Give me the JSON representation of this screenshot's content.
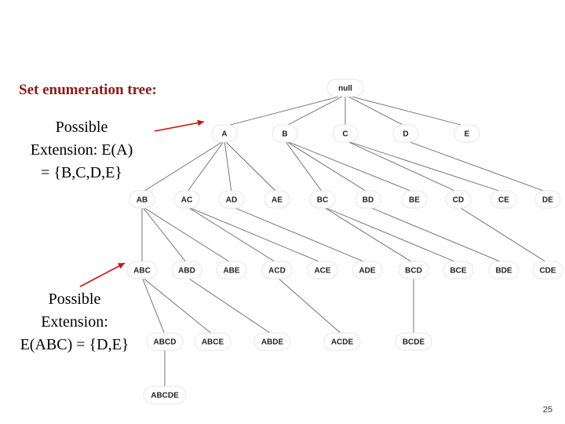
{
  "slide": {
    "heading": "Set enumeration tree:",
    "note_a": [
      "Possible",
      "Extension: E(A)",
      "= {B,C,D,E}"
    ],
    "note_abc": [
      "Possible",
      "Extension:",
      "E(ABC) = {D,E}"
    ],
    "page_number": "25"
  },
  "colors": {
    "heading": "#8b1a1a",
    "arrow": "#d01010",
    "edge": "#666666"
  },
  "tree": {
    "nodes": [
      "null",
      "A",
      "B",
      "C",
      "D",
      "E",
      "AB",
      "AC",
      "AD",
      "AE",
      "BC",
      "BD",
      "BE",
      "CD",
      "CE",
      "DE",
      "ABC",
      "ABD",
      "ABE",
      "ACD",
      "ACE",
      "ADE",
      "BCD",
      "BCE",
      "BDE",
      "CDE",
      "ABCD",
      "ABCE",
      "ABDE",
      "ACDE",
      "BCDE",
      "ABCDE"
    ],
    "edges": [
      [
        "null",
        "A"
      ],
      [
        "null",
        "B"
      ],
      [
        "null",
        "C"
      ],
      [
        "null",
        "D"
      ],
      [
        "null",
        "E"
      ],
      [
        "A",
        "AB"
      ],
      [
        "A",
        "AC"
      ],
      [
        "A",
        "AD"
      ],
      [
        "A",
        "AE"
      ],
      [
        "B",
        "BC"
      ],
      [
        "B",
        "BD"
      ],
      [
        "B",
        "BE"
      ],
      [
        "C",
        "CD"
      ],
      [
        "C",
        "CE"
      ],
      [
        "D",
        "DE"
      ],
      [
        "AB",
        "ABC"
      ],
      [
        "AB",
        "ABD"
      ],
      [
        "AB",
        "ABE"
      ],
      [
        "AC",
        "ACD"
      ],
      [
        "AC",
        "ACE"
      ],
      [
        "AD",
        "ADE"
      ],
      [
        "BC",
        "BCD"
      ],
      [
        "BC",
        "BCE"
      ],
      [
        "BD",
        "BDE"
      ],
      [
        "CD",
        "CDE"
      ],
      [
        "ABC",
        "ABCD"
      ],
      [
        "ABC",
        "ABCE"
      ],
      [
        "ABD",
        "ABDE"
      ],
      [
        "ACD",
        "ACDE"
      ],
      [
        "BCD",
        "BCDE"
      ],
      [
        "ABCD",
        "ABCDE"
      ]
    ]
  }
}
